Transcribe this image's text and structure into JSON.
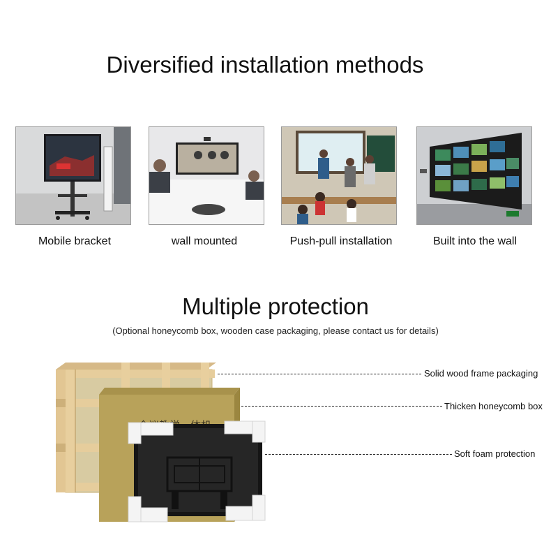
{
  "header": {
    "title": "Diversified installation methods"
  },
  "installation_methods": [
    {
      "label": "Mobile bracket"
    },
    {
      "label": "wall mounted"
    },
    {
      "label": "Push-pull installation"
    },
    {
      "label": "Built into the wall"
    }
  ],
  "protection": {
    "title": "Multiple protection",
    "subtitle": "(Optional honeycomb box, wooden case packaging, please contact us for details)",
    "box_print": "会议教学一体机",
    "layers": [
      {
        "label": "Solid wood frame packaging"
      },
      {
        "label": "Thicken honeycomb box"
      },
      {
        "label": "Soft foam protection"
      }
    ]
  },
  "colors": {
    "wood": "#e2c693",
    "honeycomb_box": "#b8a25a",
    "panel": "#1d1d1d",
    "foam": "#f4f4f4"
  }
}
